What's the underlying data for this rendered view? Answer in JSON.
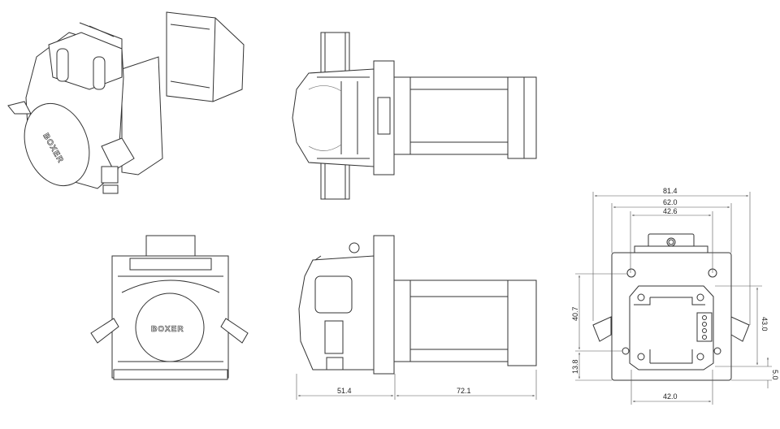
{
  "brand": "BOXER",
  "views": {
    "isometric": {
      "label_brand": "BOXER"
    },
    "front": {
      "label_brand": "BOXER"
    }
  },
  "dimensions": {
    "side_bottom": {
      "head_length": "51.4",
      "motor_length": "72.1"
    },
    "rear": {
      "overall_width": "81.4",
      "plate_width": "62.0",
      "hole_spacing_top": "42.6",
      "hole_spacing_bottom": "42.0",
      "hole_vertical": "40.7",
      "bottom_offset": "13.8",
      "motor_height": "43.0",
      "motor_offset": "5.0"
    }
  }
}
